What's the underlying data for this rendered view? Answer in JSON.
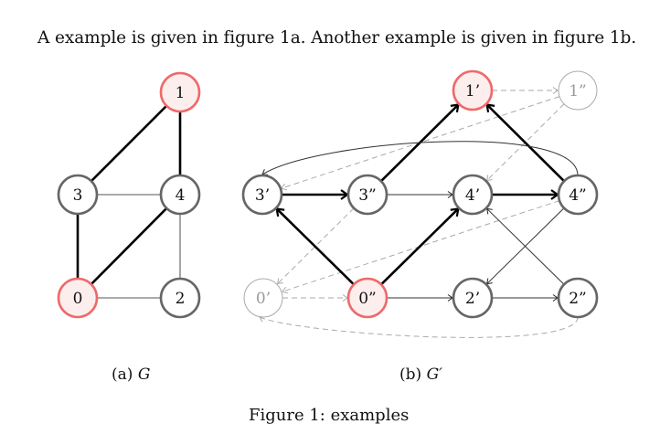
{
  "intro_text": "A example is given in figure 1a. Another example is given in figure 1b.",
  "colors": {
    "highlight_stroke": "#ee6a6a",
    "highlight_fill": "#fdeeee",
    "node_stroke": "#666666",
    "faded_stroke": "#aaaaaa",
    "faded_text": "#999999",
    "edge_dark": "#000000",
    "edge_gray": "#777777",
    "edge_dashed": "#aaaaaa"
  },
  "figure_a": {
    "caption_prefix": "(a) ",
    "caption_math": "G",
    "nodes": [
      {
        "id": "1",
        "label": "1",
        "style": "highlight"
      },
      {
        "id": "3",
        "label": "3",
        "style": "normal"
      },
      {
        "id": "4",
        "label": "4",
        "style": "normal"
      },
      {
        "id": "0",
        "label": "0",
        "style": "highlight"
      },
      {
        "id": "2",
        "label": "2",
        "style": "normal"
      }
    ],
    "edges": [
      {
        "from": "1",
        "to": "3",
        "style": "thick"
      },
      {
        "from": "1",
        "to": "4",
        "style": "thick"
      },
      {
        "from": "3",
        "to": "4",
        "style": "thin"
      },
      {
        "from": "3",
        "to": "0",
        "style": "thick"
      },
      {
        "from": "4",
        "to": "0",
        "style": "thick"
      },
      {
        "from": "4",
        "to": "2",
        "style": "thin"
      },
      {
        "from": "0",
        "to": "2",
        "style": "thin"
      }
    ]
  },
  "figure_b": {
    "caption_prefix": "(b) ",
    "caption_math": "G′",
    "nodes": [
      {
        "id": "1p",
        "label": "1’",
        "style": "highlight"
      },
      {
        "id": "1pp",
        "label": "1”",
        "style": "faded"
      },
      {
        "id": "3p",
        "label": "3’",
        "style": "normal"
      },
      {
        "id": "3pp",
        "label": "3”",
        "style": "normal"
      },
      {
        "id": "4p",
        "label": "4’",
        "style": "normal"
      },
      {
        "id": "4pp",
        "label": "4”",
        "style": "normal"
      },
      {
        "id": "0p",
        "label": "0’",
        "style": "faded"
      },
      {
        "id": "0pp",
        "label": "0”",
        "style": "highlight"
      },
      {
        "id": "2p",
        "label": "2’",
        "style": "normal"
      },
      {
        "id": "2pp",
        "label": "2”",
        "style": "normal"
      }
    ],
    "edges": [
      {
        "from": "1p",
        "to": "1pp",
        "style": "dashed"
      },
      {
        "from": "1pp",
        "to": "3p",
        "style": "dashed"
      },
      {
        "from": "1pp",
        "to": "4p",
        "style": "dashed"
      },
      {
        "from": "3p",
        "to": "3pp",
        "style": "thick"
      },
      {
        "from": "3pp",
        "to": "1p",
        "style": "thick"
      },
      {
        "from": "3pp",
        "to": "4p",
        "style": "thin"
      },
      {
        "from": "3pp",
        "to": "0p",
        "style": "dashed"
      },
      {
        "from": "4p",
        "to": "4pp",
        "style": "thick"
      },
      {
        "from": "4pp",
        "to": "1p",
        "style": "thick"
      },
      {
        "from": "4pp",
        "to": "3p",
        "style": "thin-curved"
      },
      {
        "from": "4pp",
        "to": "0p",
        "style": "dashed"
      },
      {
        "from": "4pp",
        "to": "2p",
        "style": "thin"
      },
      {
        "from": "0pp",
        "to": "3p",
        "style": "thick"
      },
      {
        "from": "0pp",
        "to": "4p",
        "style": "thick"
      },
      {
        "from": "0pp",
        "to": "2p",
        "style": "thin"
      },
      {
        "from": "0p",
        "to": "0pp",
        "style": "dashed"
      },
      {
        "from": "2p",
        "to": "2pp",
        "style": "thin"
      },
      {
        "from": "2pp",
        "to": "4p",
        "style": "thin"
      },
      {
        "from": "2pp",
        "to": "0p",
        "style": "dashed-curved"
      }
    ]
  },
  "caption": "Figure 1: examples"
}
